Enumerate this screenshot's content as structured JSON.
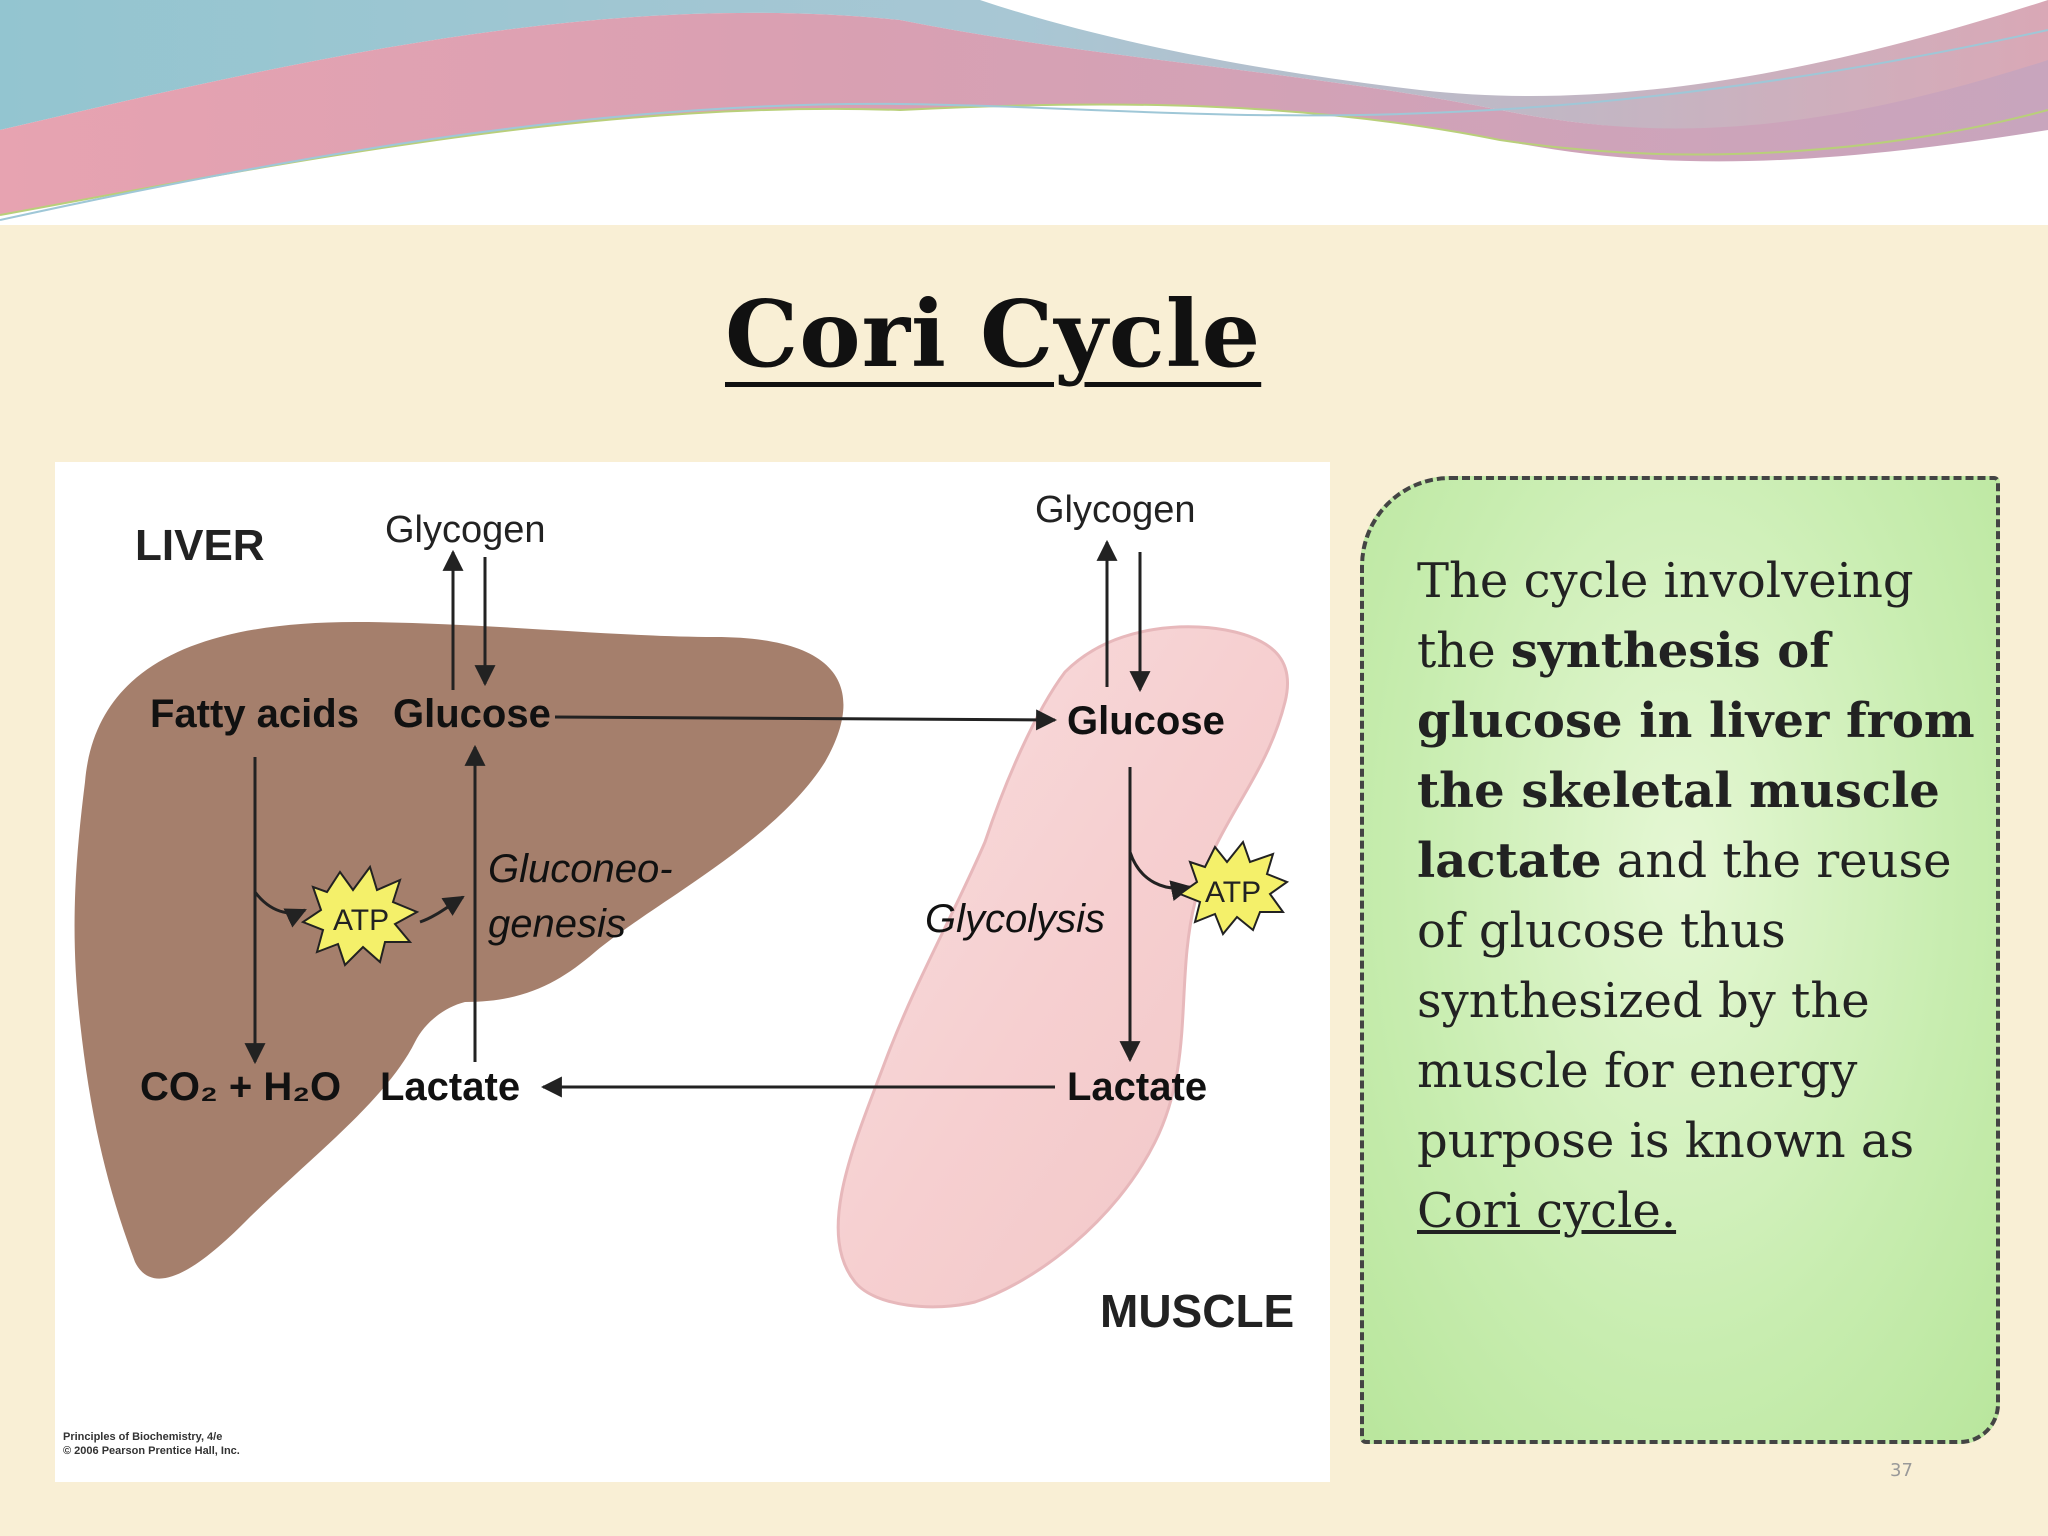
{
  "title": "Cori Cycle",
  "diagram": {
    "liver_label": "LIVER",
    "muscle_label": "MUSCLE",
    "liver_glycogen": "Glycogen",
    "muscle_glycogen": "Glycogen",
    "fatty_acids": "Fatty acids",
    "liver_glucose": "Glucose",
    "muscle_glucose": "Glucose",
    "co2_h2o": "CO₂ + H₂O",
    "liver_lactate": "Lactate",
    "muscle_lactate": "Lactate",
    "gluconeogenesis_line1": "Gluconeo-",
    "gluconeogenesis_line2": "genesis",
    "glycolysis": "Glycolysis",
    "atp_liver": "ATP",
    "atp_muscle": "ATP",
    "credit_line1": "Principles of Biochemistry, 4/e",
    "credit_line2": "© 2006 Pearson Prentice Hall, Inc."
  },
  "definition": {
    "plain1": "The cycle involveing the ",
    "bold": "synthesis of glucose in liver from the skeletal muscle lactate",
    "plain2": " and the reuse of glucose thus synthesized by the muscle for energy purpose is known as ",
    "underlined": "Cori cycle."
  },
  "page_number": "37",
  "colors": {
    "liver": "#a57f6c",
    "muscle": "#f6cfd0",
    "atp_burst": "#f4f06a",
    "box_fill": "#c8edb0",
    "slide_bg": "#f9efd5"
  }
}
